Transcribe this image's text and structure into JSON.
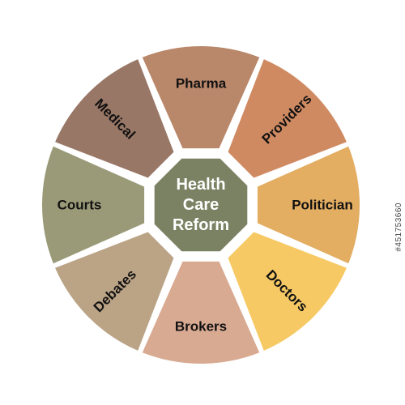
{
  "center": {
    "lines": [
      "Health",
      "Care",
      "Reform"
    ],
    "color": "#7b8163"
  },
  "segments": [
    {
      "label": "Pharma",
      "color": "#b9876a"
    },
    {
      "label": "Providers",
      "color": "#d08a62"
    },
    {
      "label": "Politician",
      "color": "#e3ad62"
    },
    {
      "label": "Doctors",
      "color": "#f6c964"
    },
    {
      "label": "Brokers",
      "color": "#d9aa92"
    },
    {
      "label": "Debates",
      "color": "#bba386"
    },
    {
      "label": "Courts",
      "color": "#9a9a78"
    },
    {
      "label": "Medical",
      "color": "#997766"
    }
  ],
  "watermark": {
    "stock_id": "#451753660"
  }
}
